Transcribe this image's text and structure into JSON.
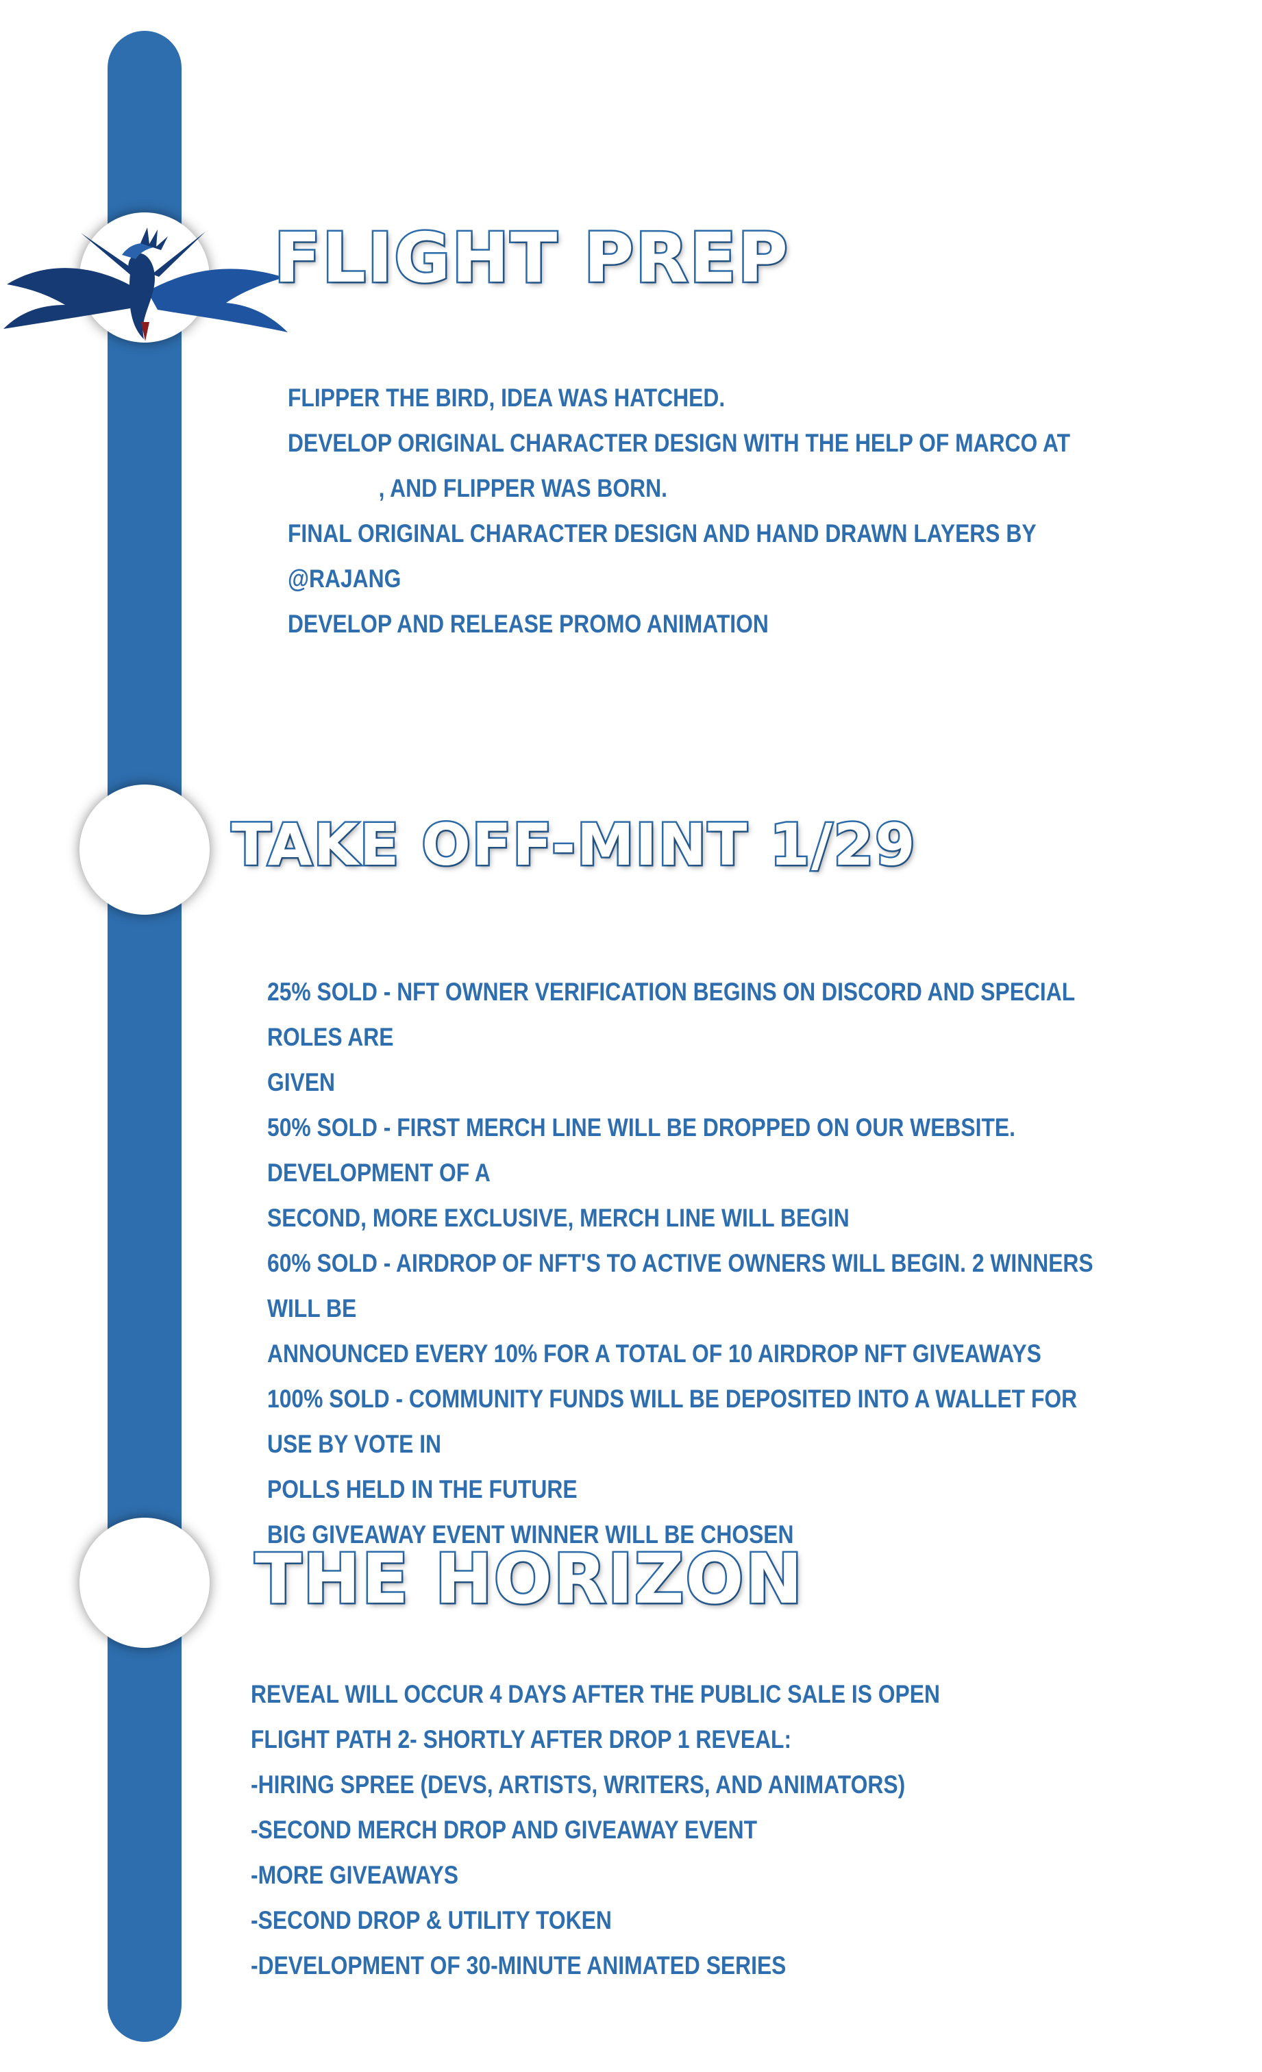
{
  "colors": {
    "accent": "#2e6eae",
    "background": "#ffffff",
    "bird_dark": "#163a73",
    "bird_mid": "#1f55a0"
  },
  "sections": [
    {
      "title": "Flight Prep",
      "icon": "bird-icon",
      "items": [
        "Flipper the bird, idea was hatched.",
        "Develop original character design with the help of Marco at",
        "               , and Flipper was born.",
        "Final original character design and hand drawn layers by @Rajang",
        "Develop and release promo animation"
      ]
    },
    {
      "title": "Take Off-Mint 1/29",
      "items": [
        "25% sold - NFT owner verification begins on Discord and special roles are",
        "given",
        "50% sold - First merch line will be dropped on our website. Development of a",
        "second, more exclusive, merch line will begin",
        "60% Sold - Airdrop of NFT's to active owners will begin. 2 winners will be",
        "announced every 10% for a total of 10 airdrop NFT giveaways",
        "100% sold - Community funds will be deposited into a wallet for use by vote in",
        "polls held in the future",
        "Big giveaway event winner will be chosen"
      ]
    },
    {
      "title": "The Horizon",
      "items": [
        "Reveal will occur 4 days after the public sale is open",
        "Flight Path 2- shortly after Drop 1 reveal:",
        "-Hiring spree (devs, artists, writers, and animators)",
        "-Second merch drop and giveaway event",
        "-More giveaways",
        "-Second drop & utility token",
        "-Development of 30-minute animated series"
      ]
    }
  ]
}
